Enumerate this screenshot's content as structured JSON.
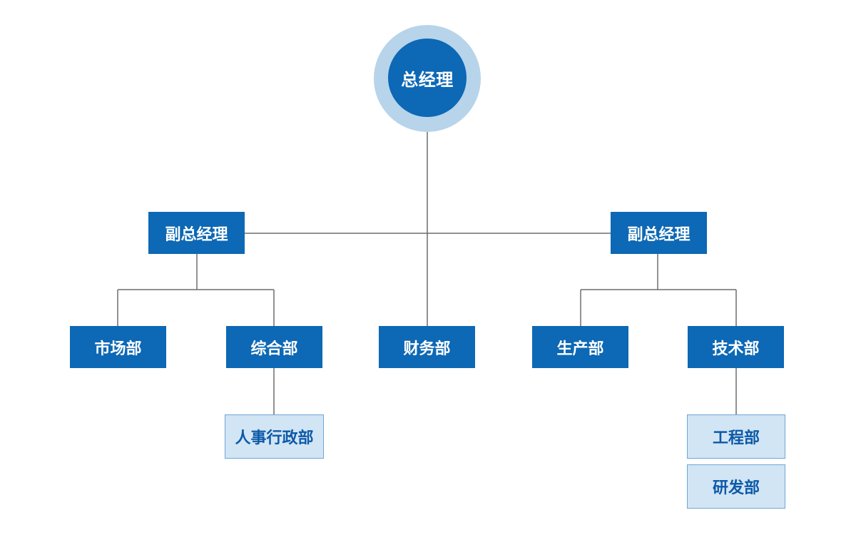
{
  "org_chart": {
    "root": "总经理",
    "vice_left": "副总经理",
    "vice_right": "副总经理",
    "departments": {
      "market": "市场部",
      "general": "综合部",
      "finance": "财务部",
      "production": "生产部",
      "tech": "技术部"
    },
    "sub_departments": {
      "hr_admin": "人事行政部",
      "engineering": "工程部",
      "rnd": "研发部"
    }
  },
  "colors": {
    "primary_blue": "#0d68b5",
    "ring_blue": "#b7d4ea",
    "light_box": "#d2e5f5",
    "line_gray": "#6d6d6d"
  }
}
